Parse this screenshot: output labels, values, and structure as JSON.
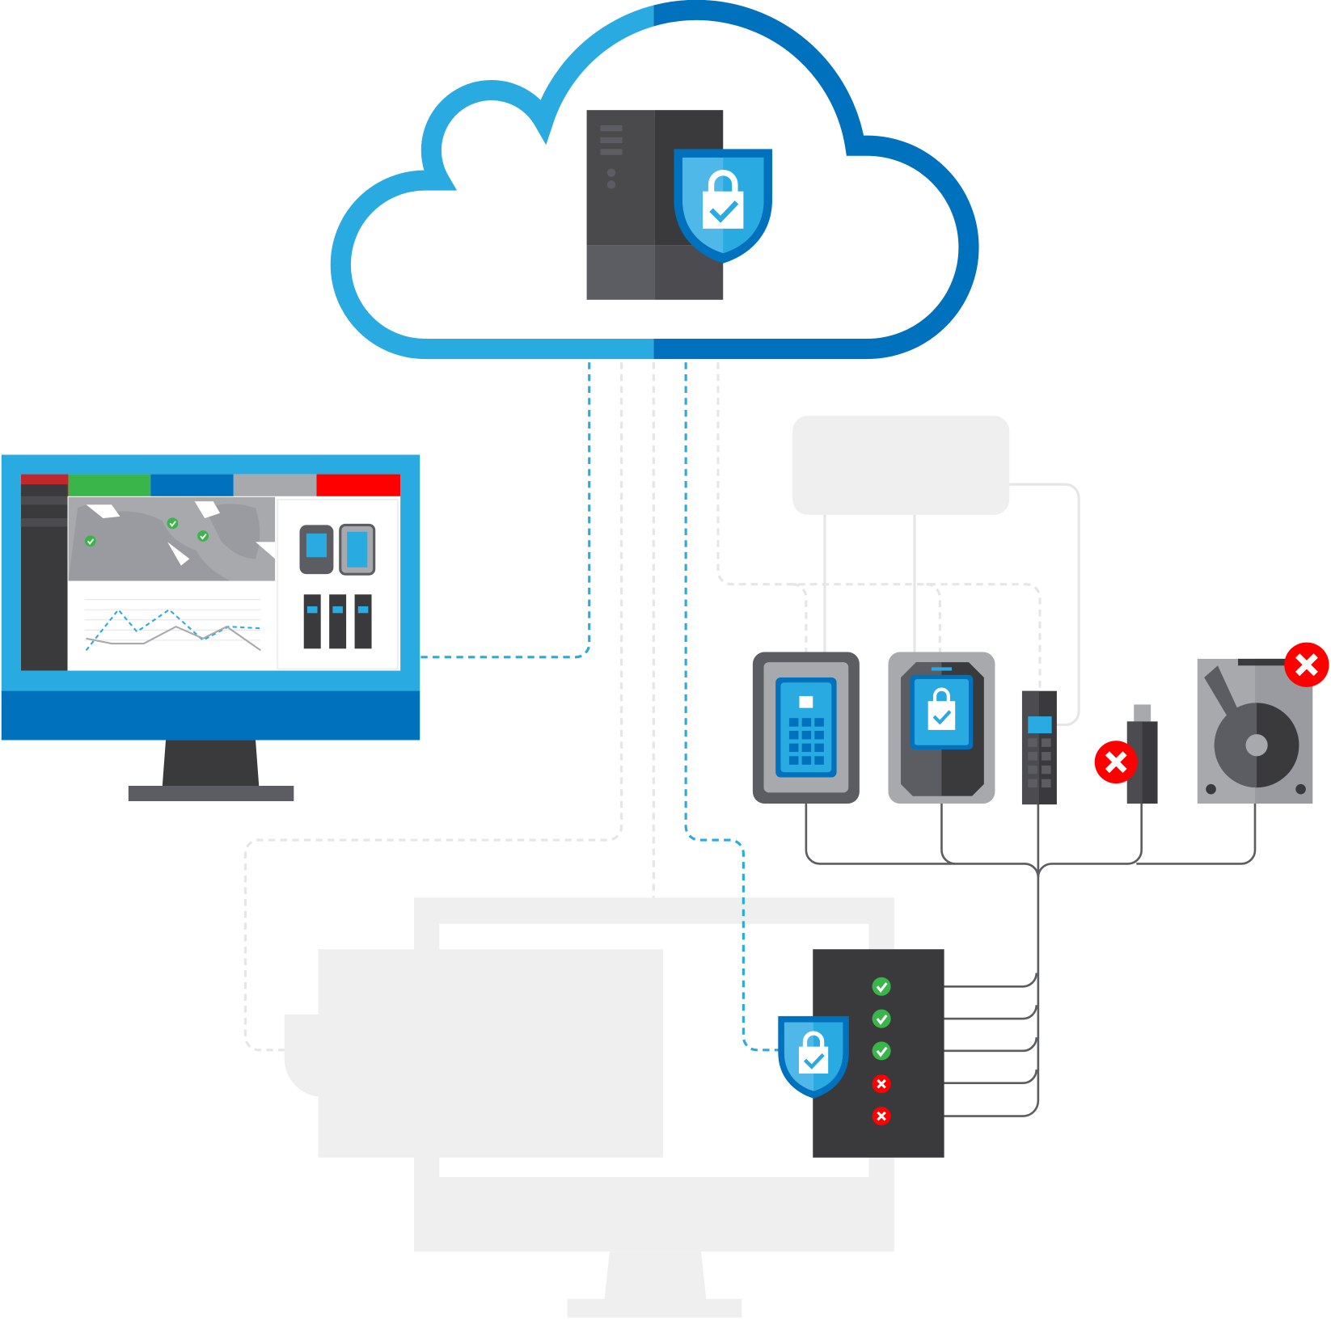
{
  "colors": {
    "light_blue": "#29abe2",
    "dark_blue": "#0071bc",
    "dark_gray": "#3a3a3c",
    "mid_gray": "#5c5d63",
    "ghost_gray": "#efefef",
    "ok_green": "#39b54a",
    "error_red": "#ff0000"
  },
  "cloud": {
    "icon": "cloud-server-icon",
    "shield_icon": "shield-lock-check-icon"
  },
  "dashboard": {
    "color_bar": [
      "#c1272d",
      "#39b54a",
      "#0071bc",
      "#a7a9ac",
      "#ff0000"
    ],
    "map_markers": 3,
    "devices": [
      "phone-icon",
      "tablet-keypad-icon",
      "usb-keypad-icon",
      "usb-keypad-icon",
      "usb-keypad-icon"
    ]
  },
  "devices": [
    {
      "icon": "keypad-tablet-icon",
      "status": "ok"
    },
    {
      "icon": "locked-phone-icon",
      "status": "ok"
    },
    {
      "icon": "keypad-usb-drive-icon",
      "status": "ok"
    },
    {
      "icon": "usb-stick-icon",
      "status": "error"
    },
    {
      "icon": "hard-disk-icon",
      "status": "error"
    }
  ],
  "server_rack": {
    "statuses": [
      "ok",
      "ok",
      "ok",
      "error",
      "error"
    ]
  }
}
